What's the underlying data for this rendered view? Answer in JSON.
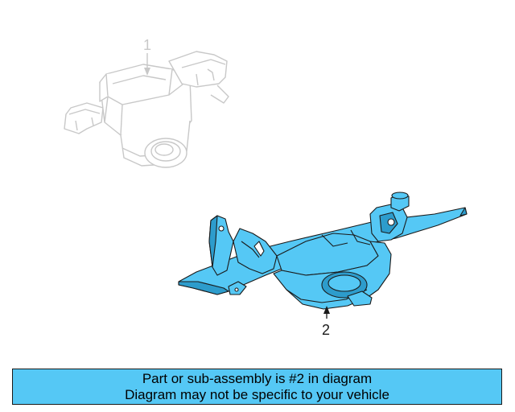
{
  "colors": {
    "highlight": "#55c8f5",
    "ghost_stroke": "#c8c8c8",
    "outline": "#1a1a1a",
    "banner_bg": "#55c8f5"
  },
  "callouts": {
    "part1": "1",
    "part2": "2"
  },
  "banner": {
    "line1": "Part or sub-assembly is #2 in diagram",
    "line2": "Diagram may not be specific to your vehicle"
  }
}
